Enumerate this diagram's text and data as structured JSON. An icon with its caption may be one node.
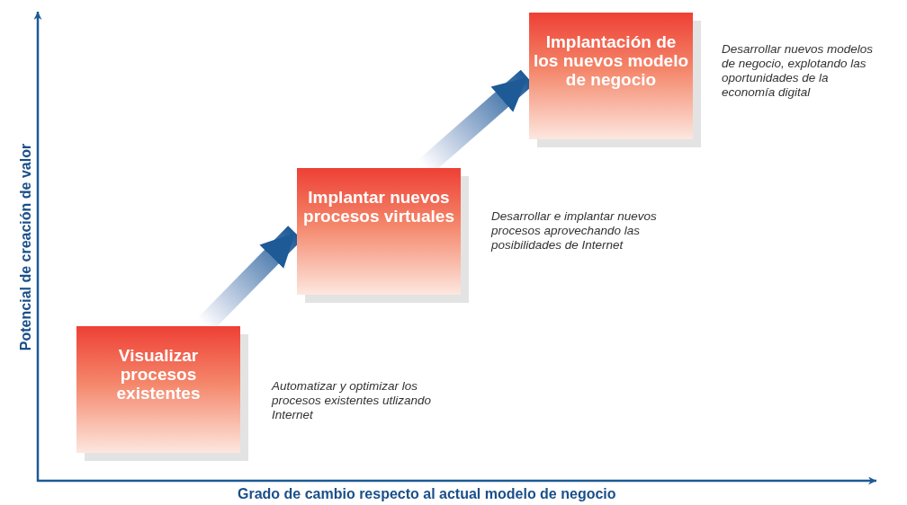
{
  "diagram": {
    "nodes": [
      {
        "text": [
          "Visualizar procesos existentes"
        ],
        "beside": [
          "Automatizar y optimizar los procesos existentes utlizando Internet"
        ]
      },
      {
        "text": [
          "Implantar nuevos procesos virtuales"
        ],
        "beside": [
          "Desarrollar e implantar nuevos procesos aprovechando las posibilidades de Internet"
        ]
      },
      {
        "text": [
          "Implantación de los nuevos modelo de negocio"
        ],
        "beside": [
          "Desarrollar nuevos modelos de negocio, explotando las oportunidades de la economía digital"
        ]
      }
    ],
    "edges": [
      {
        "from": 0,
        "to": 1,
        "arrow": "to"
      },
      {
        "from": 1,
        "to": 2,
        "arrow": "to"
      }
    ],
    "labels": [
      "Potencial de creación de valor",
      "Grado de cambio respecto al actual modelo de negocio"
    ]
  }
}
